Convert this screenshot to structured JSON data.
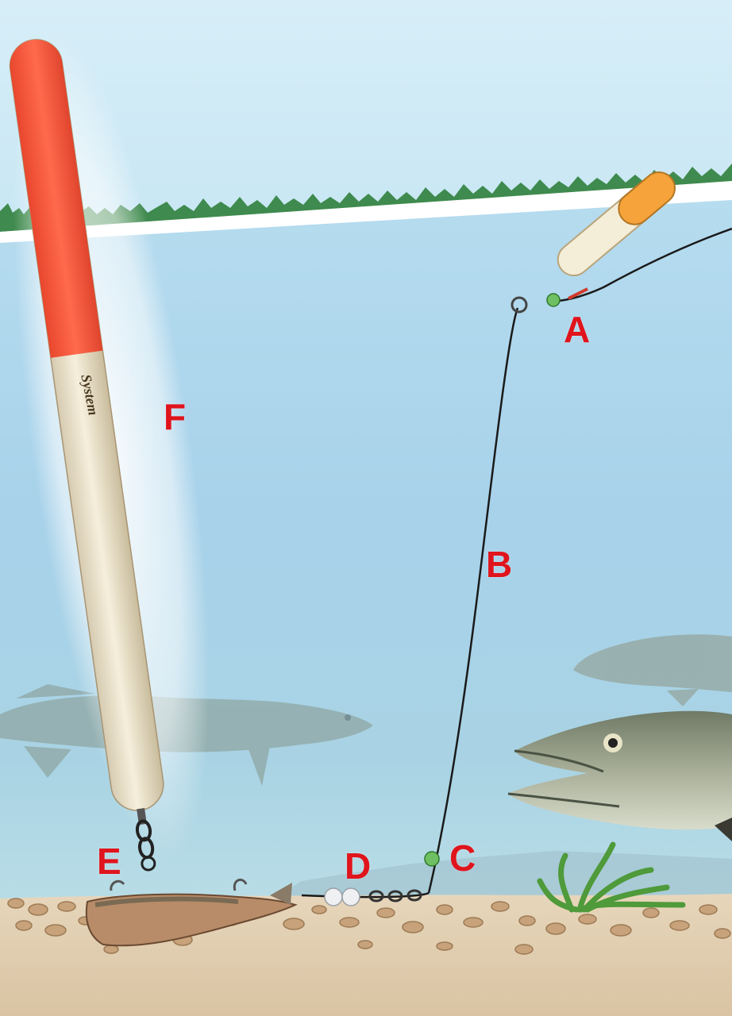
{
  "labels": {
    "a": "A",
    "b": "B",
    "c": "C",
    "d": "D",
    "e": "E",
    "f": "F"
  },
  "float_brand": "System",
  "colors": {
    "sky": "#d6eef7",
    "water": "#a9d3ea",
    "sand": "#e4d2b6",
    "float_tip": "#f0563c",
    "float_body": "#efe6cf",
    "label": "#e0141c"
  }
}
